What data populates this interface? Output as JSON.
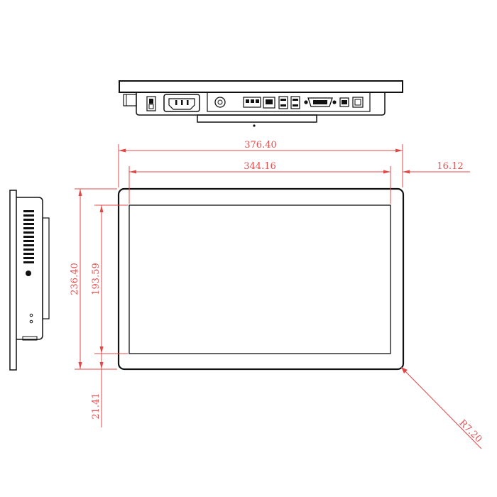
{
  "dimensions": {
    "overall_width": "376.40",
    "active_width": "344.16",
    "side_margin": "16.12",
    "overall_height": "236.40",
    "active_height": "193.59",
    "bottom_margin": "21.41",
    "corner_radius": "R7.20"
  },
  "colors": {
    "dimension_line": "#e04848",
    "outline": "#111111",
    "background": "#ffffff"
  },
  "icons": {
    "power_switch": "power-switch-icon",
    "power_inlet": "power-inlet-icon",
    "round_port": "round-port-icon",
    "lan_port": "lan-port-icon",
    "usb_ports": "usb-port-icon",
    "serial_port": "serial-port-icon",
    "dc_jack": "dc-jack-icon"
  }
}
